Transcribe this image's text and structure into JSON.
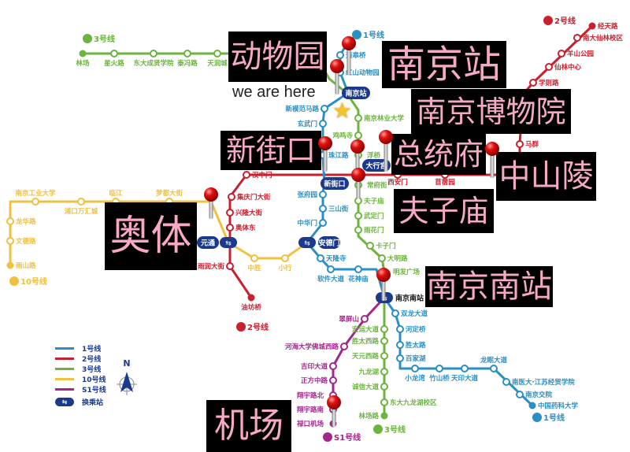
{
  "lines": {
    "line1": {
      "label": "1号线",
      "color": "#2a8fc5",
      "stations": [
        "迈皋桥",
        "红山动物园",
        "新模范马路",
        "玄武门",
        "珠江路",
        "张府园",
        "三山街",
        "中华门",
        "天隆寺",
        "软件大道",
        "花神庙",
        "双龙大道",
        "河定桥",
        "胜太路",
        "百家湖",
        "小龙湾",
        "竹山桥",
        "天印大道",
        "龙眠大道",
        "南医大·江苏经贸学院",
        "南京交院",
        "中国药科大学"
      ]
    },
    "line2": {
      "label": "2号线",
      "color": "#c8202f",
      "stations": [
        "油坊桥",
        "雨润大街",
        "奥体东",
        "兴隆大街",
        "集庆门大街",
        "汉中门",
        "西安门",
        "苜蓿园",
        "马群",
        "学则路",
        "仙林中心",
        "羊山公园",
        "南大仙林校区",
        "经天路"
      ]
    },
    "line3": {
      "label": "3号线",
      "color": "#6cb33f",
      "stations": [
        "林场",
        "星火路",
        "东大成贤学院",
        "泰冯路",
        "天润城",
        "南京林业大学",
        "鸡鸣寺",
        "浮桥",
        "常府街",
        "夫子庙",
        "武定门",
        "雨花门",
        "卡子门",
        "大明路",
        "明发广场",
        "宏运大道",
        "胜太西路",
        "天元西路",
        "九龙湖",
        "诚信大道",
        "东大九龙湖校区",
        "林场路"
      ]
    },
    "line10": {
      "label": "10号线",
      "color": "#f0c040",
      "stations": [
        "雨山路",
        "文德路",
        "龙华路",
        "南京工业大学",
        "浦口万汇城",
        "临江",
        "梦都大街",
        "中胜",
        "小行"
      ]
    },
    "lineS1": {
      "label": "S1号线",
      "color": "#a0288c",
      "stations": [
        "翠屏山",
        "河海大学佛城西路",
        "吉印大道",
        "正方中路",
        "翔宇路北",
        "翔宇路南",
        "禄口机场"
      ]
    }
  },
  "transfers": [
    "南京站",
    "新街口",
    "大行宫",
    "元通",
    "安德门",
    "南京南站"
  ],
  "callouts": [
    "动物园",
    "南京站",
    "南京博物院",
    "总统府",
    "新街口",
    "中山陵",
    "夫子庙",
    "奥体",
    "南京南站",
    "机场"
  ],
  "we_are_here": "we are here",
  "legend": {
    "items": [
      "1号线",
      "2号线",
      "3号线",
      "10号线",
      "S1号线"
    ],
    "transfer": "换乘站"
  },
  "compass": "N",
  "colors": {
    "callout_bg": "#000000",
    "callout_text": "#f6a9c6",
    "transfer": "#1b3a8c",
    "pin": "#e01010"
  }
}
